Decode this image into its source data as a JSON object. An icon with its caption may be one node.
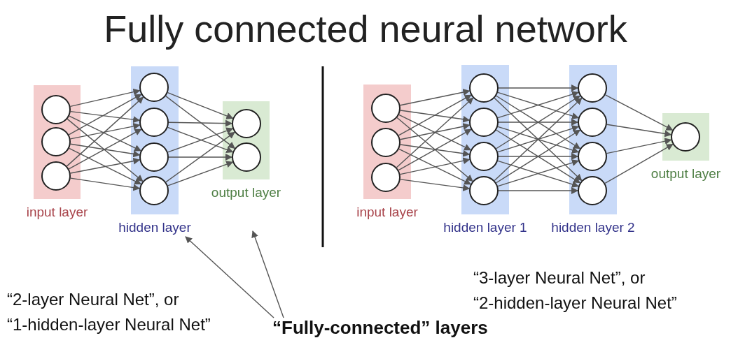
{
  "diagram": {
    "title": "Fully connected neural network",
    "nodes": [
      {
        "text": [
          "input layer"
        ]
      },
      {
        "text": [],
        "shape": "circle",
        "in": 0
      },
      {
        "text": [],
        "shape": "circle",
        "in": 0
      },
      {
        "text": [],
        "shape": "circle",
        "in": 0
      },
      {
        "text": [
          "hidden layer"
        ]
      },
      {
        "text": [],
        "shape": "circle",
        "in": 4
      },
      {
        "text": [],
        "shape": "circle",
        "in": 4
      },
      {
        "text": [],
        "shape": "circle",
        "in": 4
      },
      {
        "text": [],
        "shape": "circle",
        "in": 4
      },
      {
        "text": [
          "output layer"
        ]
      },
      {
        "text": [],
        "shape": "circle",
        "in": 9
      },
      {
        "text": [],
        "shape": "circle",
        "in": 9
      },
      {
        "text": [
          "input layer"
        ]
      },
      {
        "text": [],
        "shape": "circle",
        "in": 12
      },
      {
        "text": [],
        "shape": "circle",
        "in": 12
      },
      {
        "text": [],
        "shape": "circle",
        "in": 12
      },
      {
        "text": [
          "hidden layer 1"
        ]
      },
      {
        "text": [],
        "shape": "circle",
        "in": 16
      },
      {
        "text": [],
        "shape": "circle",
        "in": 16
      },
      {
        "text": [],
        "shape": "circle",
        "in": 16
      },
      {
        "text": [],
        "shape": "circle",
        "in": 16
      },
      {
        "text": [
          "hidden layer 2"
        ]
      },
      {
        "text": [],
        "shape": "circle",
        "in": 21
      },
      {
        "text": [],
        "shape": "circle",
        "in": 21
      },
      {
        "text": [],
        "shape": "circle",
        "in": 21
      },
      {
        "text": [],
        "shape": "circle",
        "in": 21
      },
      {
        "text": [
          "output layer"
        ]
      },
      {
        "text": [],
        "shape": "circle",
        "in": 26
      },
      {
        "text": [
          "“Fully-connected” layers"
        ]
      }
    ],
    "edges": [
      {
        "from": 1,
        "to": 5,
        "arrow": "to"
      },
      {
        "from": 1,
        "to": 6,
        "arrow": "to"
      },
      {
        "from": 1,
        "to": 7,
        "arrow": "to"
      },
      {
        "from": 1,
        "to": 8,
        "arrow": "to"
      },
      {
        "from": 2,
        "to": 5,
        "arrow": "to"
      },
      {
        "from": 2,
        "to": 6,
        "arrow": "to"
      },
      {
        "from": 2,
        "to": 7,
        "arrow": "to"
      },
      {
        "from": 2,
        "to": 8,
        "arrow": "to"
      },
      {
        "from": 3,
        "to": 5,
        "arrow": "to"
      },
      {
        "from": 3,
        "to": 6,
        "arrow": "to"
      },
      {
        "from": 3,
        "to": 7,
        "arrow": "to"
      },
      {
        "from": 3,
        "to": 8,
        "arrow": "to"
      },
      {
        "from": 5,
        "to": 10,
        "arrow": "to"
      },
      {
        "from": 5,
        "to": 11,
        "arrow": "to"
      },
      {
        "from": 6,
        "to": 10,
        "arrow": "to"
      },
      {
        "from": 6,
        "to": 11,
        "arrow": "to"
      },
      {
        "from": 7,
        "to": 10,
        "arrow": "to"
      },
      {
        "from": 7,
        "to": 11,
        "arrow": "to"
      },
      {
        "from": 8,
        "to": 10,
        "arrow": "to"
      },
      {
        "from": 8,
        "to": 11,
        "arrow": "to"
      },
      {
        "from": 13,
        "to": 17,
        "arrow": "to"
      },
      {
        "from": 13,
        "to": 18,
        "arrow": "to"
      },
      {
        "from": 13,
        "to": 19,
        "arrow": "to"
      },
      {
        "from": 13,
        "to": 20,
        "arrow": "to"
      },
      {
        "from": 14,
        "to": 17,
        "arrow": "to"
      },
      {
        "from": 14,
        "to": 18,
        "arrow": "to"
      },
      {
        "from": 14,
        "to": 19,
        "arrow": "to"
      },
      {
        "from": 14,
        "to": 20,
        "arrow": "to"
      },
      {
        "from": 15,
        "to": 17,
        "arrow": "to"
      },
      {
        "from": 15,
        "to": 18,
        "arrow": "to"
      },
      {
        "from": 15,
        "to": 19,
        "arrow": "to"
      },
      {
        "from": 15,
        "to": 20,
        "arrow": "to"
      },
      {
        "from": 17,
        "to": 22,
        "arrow": "to"
      },
      {
        "from": 17,
        "to": 23,
        "arrow": "to"
      },
      {
        "from": 17,
        "to": 24,
        "arrow": "to"
      },
      {
        "from": 17,
        "to": 25,
        "arrow": "to"
      },
      {
        "from": 18,
        "to": 22,
        "arrow": "to"
      },
      {
        "from": 18,
        "to": 23,
        "arrow": "to"
      },
      {
        "from": 18,
        "to": 24,
        "arrow": "to"
      },
      {
        "from": 18,
        "to": 25,
        "arrow": "to"
      },
      {
        "from": 19,
        "to": 22,
        "arrow": "to"
      },
      {
        "from": 19,
        "to": 23,
        "arrow": "to"
      },
      {
        "from": 19,
        "to": 24,
        "arrow": "to"
      },
      {
        "from": 19,
        "to": 25,
        "arrow": "to"
      },
      {
        "from": 20,
        "to": 22,
        "arrow": "to"
      },
      {
        "from": 20,
        "to": 23,
        "arrow": "to"
      },
      {
        "from": 20,
        "to": 24,
        "arrow": "to"
      },
      {
        "from": 20,
        "to": 25,
        "arrow": "to"
      },
      {
        "from": 22,
        "to": 27,
        "arrow": "to"
      },
      {
        "from": 23,
        "to": 27,
        "arrow": "to"
      },
      {
        "from": 24,
        "to": 27,
        "arrow": "to"
      },
      {
        "from": 25,
        "to": 27,
        "arrow": "to"
      },
      {
        "from": 28,
        "to": 4,
        "arrow": "to"
      },
      {
        "from": 28,
        "to": null,
        "arrow": "to"
      }
    ],
    "labels": [
      "“2-layer Neural Net”, or “1-hidden-layer Neural Net”",
      "“3-layer Neural Net”, or “2-hidden-layer Neural Net”"
    ]
  }
}
